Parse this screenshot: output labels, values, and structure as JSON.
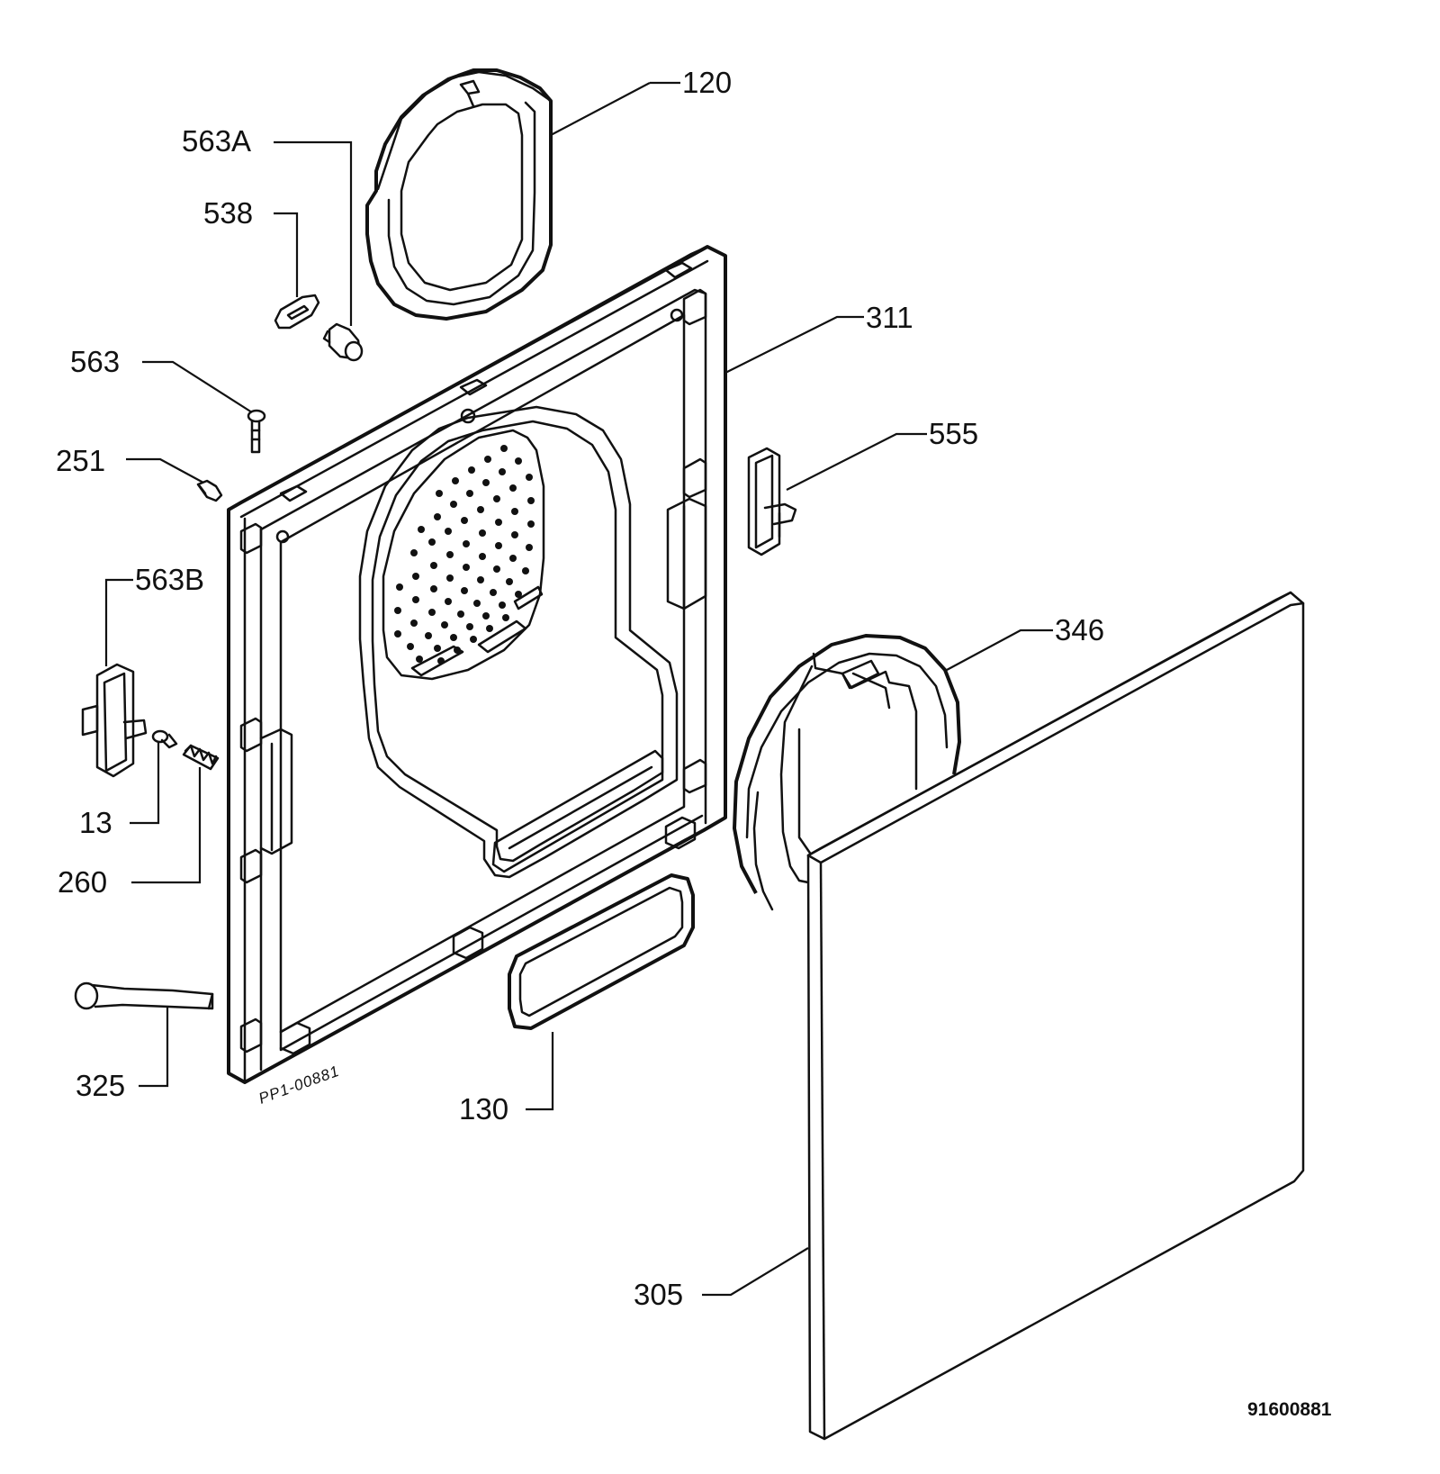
{
  "labels": {
    "l120": "120",
    "l563a": "563A",
    "l538": "538",
    "l311": "311",
    "l563": "563",
    "l555": "555",
    "l251": "251",
    "l563b": "563B",
    "l346": "346",
    "l13": "13",
    "l260": "260",
    "l325": "325",
    "l130": "130",
    "l305": "305"
  },
  "drawing_number": "PP1-00881",
  "catalog_code": "91600881"
}
